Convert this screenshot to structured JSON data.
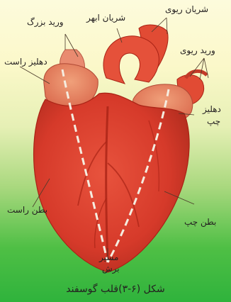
{
  "labels": {
    "pulmonary_artery": "شریان ریوی",
    "superior_vena_cava": "ورید بزرگ",
    "aorta": "شریان ابهر",
    "pulmonary_vein": "ورید ریوی",
    "right_atrium": "دهلیز راست",
    "left_atrium_line1": "دهلیز",
    "left_atrium_line2": "چپ",
    "right_ventricle": "بطن راست",
    "left_ventricle": "بطن چپ",
    "cut_path_line1": "مسیر",
    "cut_path_line2": "برش"
  },
  "caption": "شکل (۶-۳)قلب گوسفند",
  "colors": {
    "muscle": "#d63a2a",
    "muscle_dark": "#a92315",
    "vessel": "#e14b34",
    "background_top": "#fdfbdc",
    "background_bottom": "#2fb33c"
  }
}
